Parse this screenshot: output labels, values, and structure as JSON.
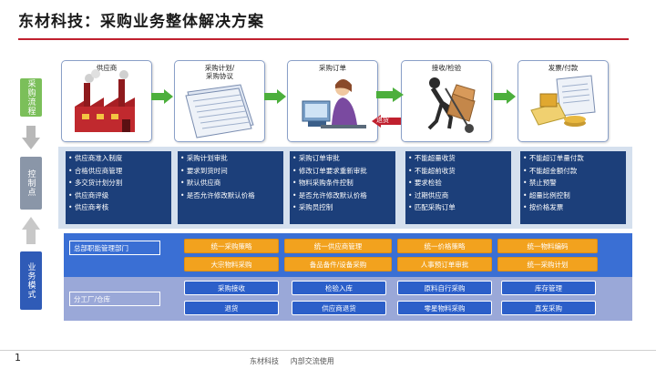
{
  "title": "东材科技：采购业务整体解决方案",
  "side_labels": [
    "采购流程",
    "控制点",
    "业务模式"
  ],
  "stages": [
    {
      "label": "供应商",
      "icon": "factory-icon"
    },
    {
      "label": "采购计划/\n采购协议",
      "icon": "document-stack-icon"
    },
    {
      "label": "采购订单",
      "icon": "order-clerk-icon"
    },
    {
      "label": "接收/检验",
      "icon": "hand-truck-icon"
    },
    {
      "label": "发票/付款",
      "icon": "invoice-payment-icon"
    }
  ],
  "return_label": "退货",
  "requirements": [
    [
      "供应商准入制度",
      "合格供应商管理",
      "多交货计划分割",
      "供应商评级",
      "供应商考核"
    ],
    [
      "采购计划审批",
      "要求到货时间",
      "默认供应商",
      "是否允许修改默认价格"
    ],
    [
      "采购订单审批",
      "修改订单要求重新审批",
      "物料采购条件控制",
      "是否允许修改默认价格",
      "采购员控制"
    ],
    [
      "不能超量收货",
      "不能超前收货",
      "要求检验",
      "过期供应商",
      "匹配采购订单"
    ],
    [
      "不能超订单量付款",
      "不能超金额付款",
      "禁止预警",
      "超量比例控制",
      "按价格发票"
    ]
  ],
  "org_tags": [
    "总部职能管理部门",
    "分工厂/仓库"
  ],
  "top_chips": [
    [
      "统一采购策略",
      "统一供应商管理",
      "统一价格策略",
      "统一物料编码"
    ],
    [
      "大宗物料采购",
      "备品备件/设备采购",
      "人事预订单审批",
      "统一采购计划"
    ]
  ],
  "bottom_chips": [
    [
      "采购接收",
      "检验入库",
      "原料自行采购",
      "库存管理"
    ],
    [
      "退货",
      "供应商退货",
      "零星物料采购",
      "直发采购"
    ]
  ],
  "footer": {
    "page": "1",
    "note": "东材科技     内部交流使用"
  },
  "colors": {
    "title_rule": "#c0202e",
    "stage_arrow": "#4caf3c",
    "return_arrow": "#c0202e",
    "req_box": "#1c3f7a",
    "chip_orange": "#f2a21e",
    "chip_blue": "#2c5fc9"
  }
}
